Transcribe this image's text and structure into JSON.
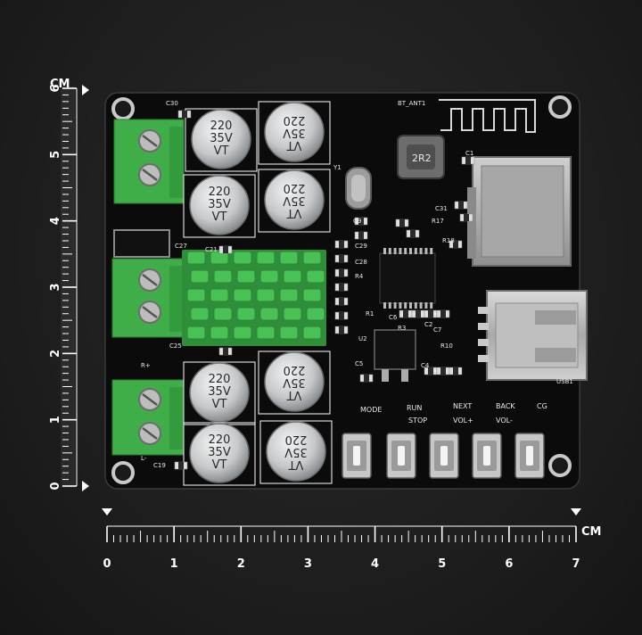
{
  "vertical_ruler": {
    "unit": "CM",
    "labels": [
      "0",
      "1",
      "2",
      "3",
      "4",
      "5",
      "6"
    ]
  },
  "horizontal_ruler": {
    "unit": "CM",
    "labels": [
      "0",
      "1",
      "2",
      "3",
      "4",
      "5",
      "6",
      "7"
    ]
  },
  "capacitors": [
    {
      "lines": [
        "220",
        "35V",
        "VT"
      ],
      "orientation": "upright"
    },
    {
      "lines": [
        "VT",
        "35V",
        "220"
      ],
      "orientation": "rotated"
    },
    {
      "lines": [
        "220",
        "35V",
        "VT"
      ],
      "orientation": "upright"
    },
    {
      "lines": [
        "VT",
        "35V",
        "220"
      ],
      "orientation": "rotated"
    },
    {
      "lines": [
        "220",
        "35V",
        "VT"
      ],
      "orientation": "upright"
    },
    {
      "lines": [
        "VT",
        "35V",
        "220"
      ],
      "orientation": "rotated"
    },
    {
      "lines": [
        "220",
        "35V",
        "VT"
      ],
      "orientation": "upright"
    },
    {
      "lines": [
        "VT",
        "35V",
        "220"
      ],
      "orientation": "rotated"
    }
  ],
  "silkscreen": {
    "antenna": "BT_ANT1",
    "inductor": "2R2",
    "button_labels_top": [
      "MODE",
      "RUN",
      "NEXT",
      "BACK",
      "CG"
    ],
    "button_labels_bottom": [
      "STOP",
      "VOL+",
      "VOL-"
    ],
    "refs": [
      "C30",
      "C1",
      "C31",
      "R17",
      "R18",
      "C29",
      "C28",
      "R4",
      "R1",
      "C6",
      "C2",
      "U2",
      "C5",
      "C4",
      "R10",
      "R3",
      "C7",
      "C25",
      "C27",
      "C21",
      "C19",
      "R+",
      "L-",
      "Y1",
      "C9",
      "USB1"
    ]
  },
  "colors": {
    "background": "#1c1c1c",
    "pcb": "#0d0d0d",
    "terminal": "#3fae49",
    "heatsink": "#3fb64a",
    "capacitor": "#c9cbcc",
    "ruler": "#ffffff"
  }
}
